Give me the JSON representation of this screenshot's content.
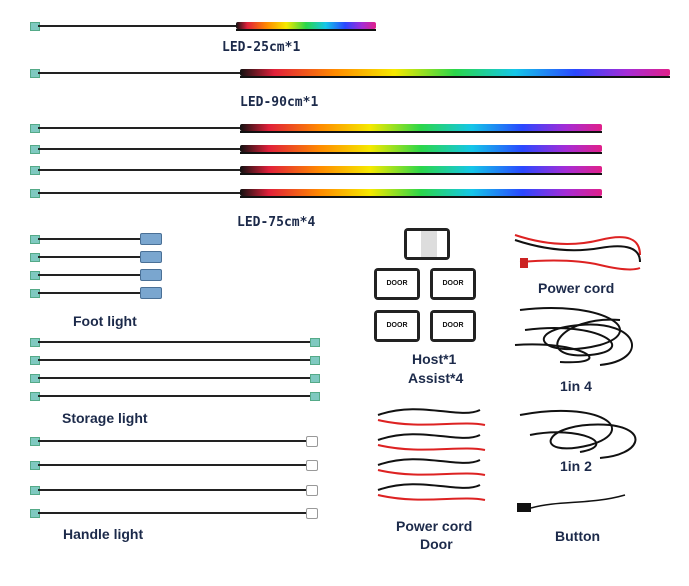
{
  "led_strips": {
    "led_25": "LED-25cm*1",
    "led_90": "LED-90cm*1",
    "led_75": "LED-75cm*4"
  },
  "foot_light": "Foot light",
  "storage_light": "Storage light",
  "handle_light": "Handle light",
  "modules": {
    "host": "Host*1",
    "assist": "Assist*4",
    "module_text": "DOOR"
  },
  "power_cord": "Power cord",
  "one_in_four": "1in 4",
  "one_in_two": "1in 2",
  "power_cord_door": {
    "line1": "Power cord",
    "line2": "Door"
  },
  "button": "Button"
}
